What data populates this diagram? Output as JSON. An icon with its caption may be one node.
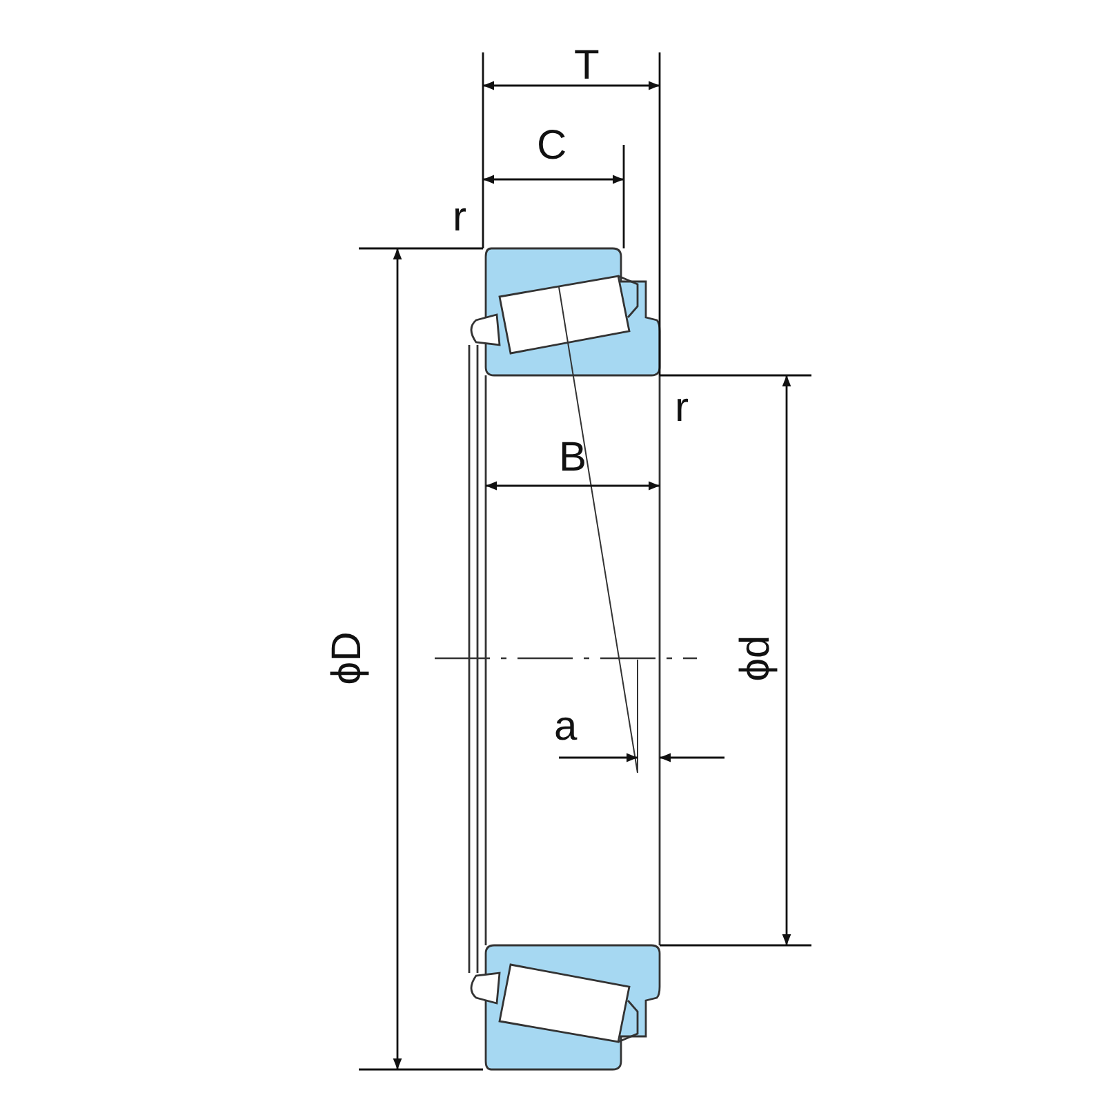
{
  "diagram": {
    "labels": [
      "T",
      "C",
      "r",
      "r",
      "B",
      "ϕD",
      "ϕd",
      "a"
    ]
  }
}
